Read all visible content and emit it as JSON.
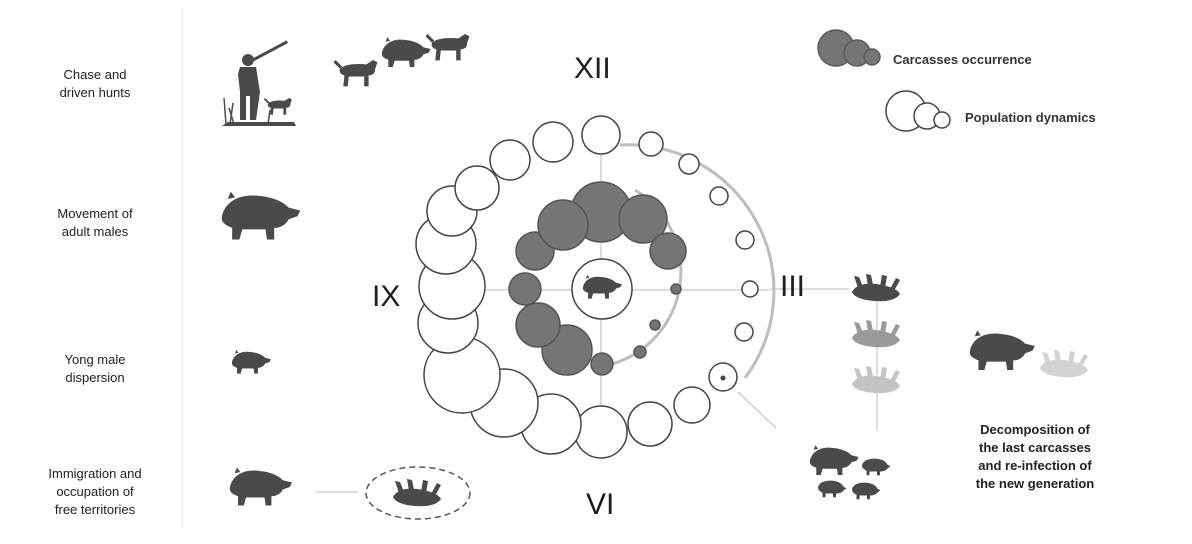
{
  "left_labels": {
    "hunts": [
      "Chase and",
      "driven hunts"
    ],
    "males": [
      "Movement of",
      "adult males"
    ],
    "dispersion": [
      "Yong male",
      "dispersion"
    ],
    "immigration": [
      "Immigration and",
      "occupation of",
      "free territories"
    ]
  },
  "legend": {
    "carcasses": "Carcasses occurrence",
    "population": "Population dynamics"
  },
  "months": {
    "xii": "XII",
    "iii": "III",
    "vi": "VI",
    "ix": "IX"
  },
  "caption": [
    "Decomposition of",
    "the last carcasses",
    "and re-infection of",
    "the new generation"
  ],
  "colors": {
    "carcass_fill": "#757575",
    "population_stroke": "#444444",
    "silhouette": "#4a4a4a",
    "faded_1": "#9a9a9a",
    "faded_2": "#c4c4c4"
  }
}
